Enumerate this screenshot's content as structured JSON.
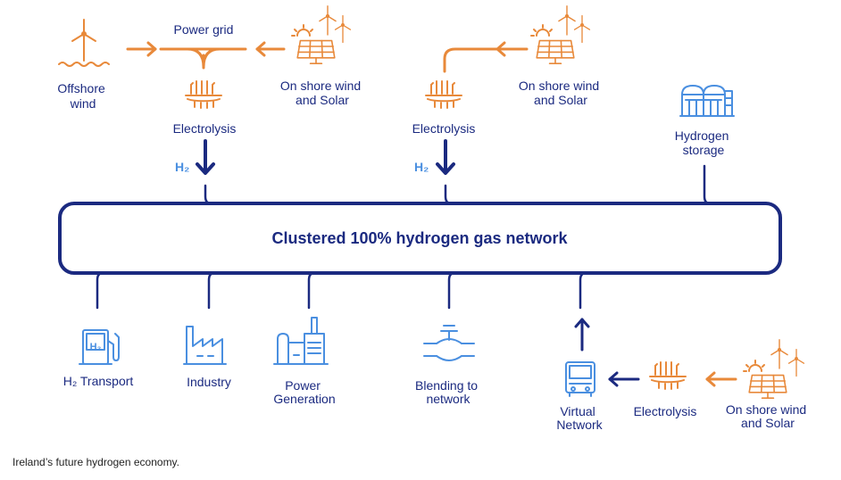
{
  "diagram": {
    "network_label": "Clustered 100% hydrogen gas network",
    "power_grid": "Power grid",
    "offshore_wind": [
      "Offshore",
      "wind"
    ],
    "onshore_1": [
      "On shore wind",
      "and Solar"
    ],
    "onshore_2": [
      "On shore wind",
      "and Solar"
    ],
    "onshore_3": [
      "On shore wind",
      "and Solar"
    ],
    "electrolysis_1": "Electrolysis",
    "electrolysis_2": "Electrolysis",
    "electrolysis_3": "Electrolysis",
    "h2_1": "H₂",
    "h2_2": "H₂",
    "hydrogen_storage": [
      "Hydrogen",
      "storage"
    ],
    "h2_transport": "H₂ Transport",
    "h2_transport_icon_text": "H₂",
    "industry": "Industry",
    "power_generation": [
      "Power",
      "Generation"
    ],
    "blending": [
      "Blending to",
      "network"
    ],
    "virtual_network": [
      "Virtual",
      "Network"
    ]
  },
  "caption": "Ireland’s future hydrogen economy.",
  "colors": {
    "navy": "#1b2a80",
    "orange": "#e8893a",
    "blue": "#4a8fe0"
  }
}
